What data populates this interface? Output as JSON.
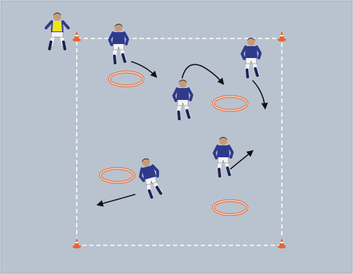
{
  "drill": {
    "field_color": "#b9c3d0",
    "boundary_color": "#ffffff",
    "cone_color": "#e8662c",
    "ring_color": "#e0784a",
    "arrow_color": "#111111",
    "attacker_kit": "#2f3a8c",
    "defender_bib": "#f2e41a",
    "shorts_color": "#f4f4f4",
    "socks_color": "#1d2254",
    "cones": [
      "cone-top-left",
      "cone-top-right",
      "cone-bottom-left",
      "cone-bottom-right"
    ],
    "rings": [
      "ring-1",
      "ring-2",
      "ring-3",
      "ring-4"
    ],
    "players": [
      {
        "id": "defender-player",
        "role": "defender",
        "pose": "standing"
      },
      {
        "id": "player-top-left",
        "role": "attacker",
        "pose": "running"
      },
      {
        "id": "player-center",
        "role": "attacker",
        "pose": "running"
      },
      {
        "id": "player-top-right",
        "role": "attacker",
        "pose": "running"
      },
      {
        "id": "player-right",
        "role": "attacker",
        "pose": "running"
      },
      {
        "id": "player-bottom-left",
        "role": "attacker",
        "pose": "running"
      }
    ],
    "arrows": [
      "arrow-1",
      "arrow-2",
      "arrow-3",
      "arrow-4",
      "arrow-5"
    ]
  }
}
